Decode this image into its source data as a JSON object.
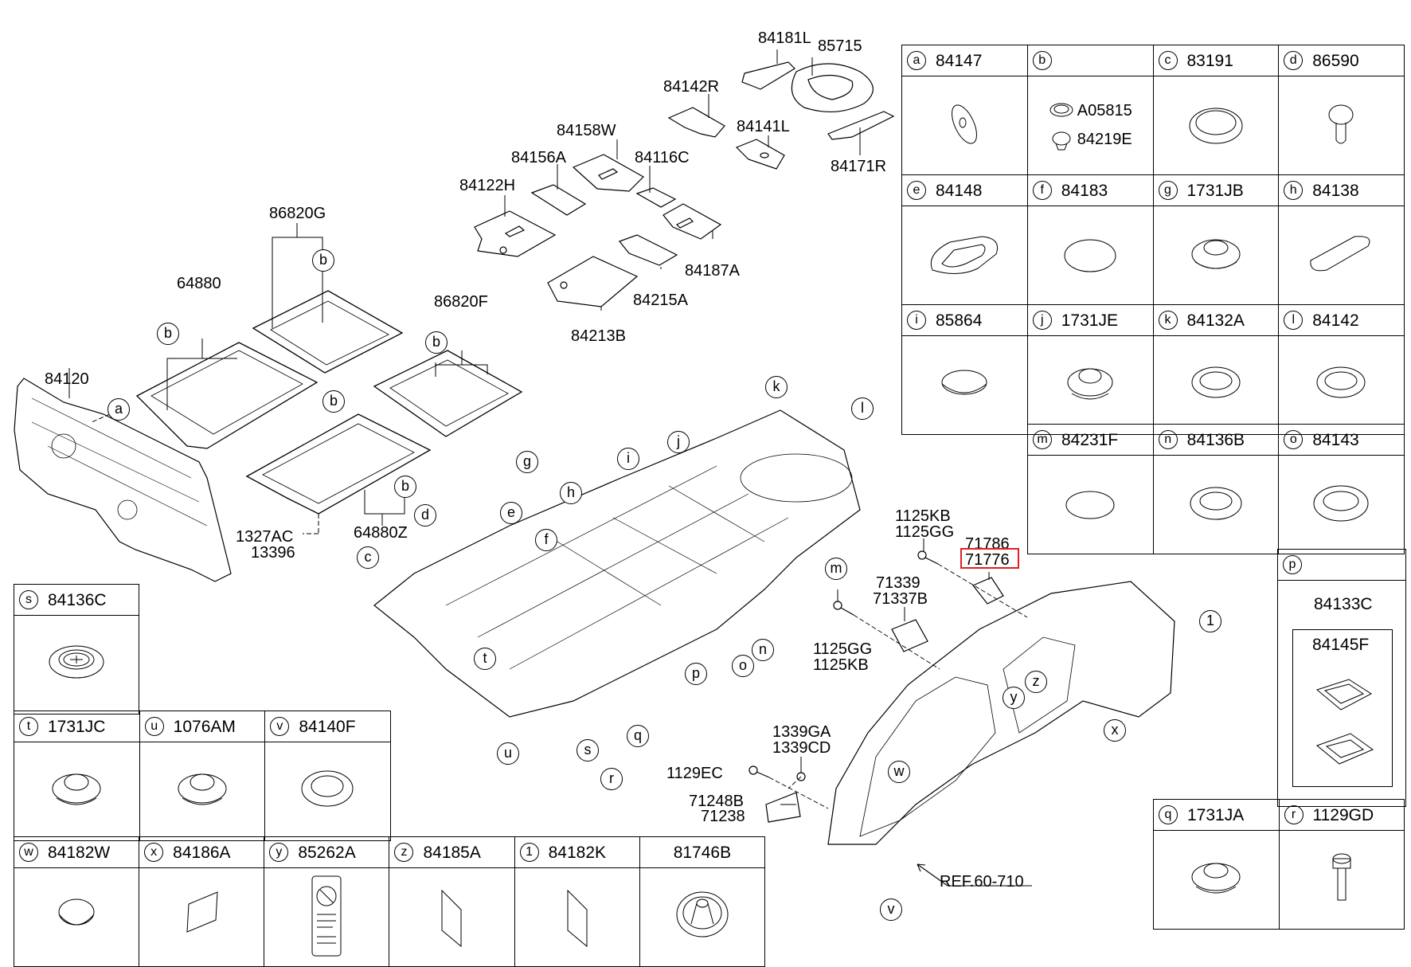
{
  "diagram": {
    "title": "Floor covering / isolation pad & plug parts diagram",
    "highlight_color": "#e02020",
    "highlighted_part": "71776",
    "reference_note": "REF.60-710",
    "main_labels": {
      "p84181L": "84181L",
      "p85715": "85715",
      "p84142R": "84142R",
      "p84141L": "84141L",
      "p84171R": "84171R",
      "p84158W": "84158W",
      "p84156A": "84156A",
      "p84116C": "84116C",
      "p84122H": "84122H",
      "p84187A": "84187A",
      "p84215A": "84215A",
      "p84213B": "84213B",
      "p86820G": "86820G",
      "p64880": "64880",
      "p86820F": "86820F",
      "p84120": "84120",
      "p64880Z": "64880Z",
      "p1327AC": "1327AC",
      "p13396": "13396",
      "p1125KB_a": "1125KB",
      "p1125GG_a": "1125GG",
      "p71786": "71786",
      "p71776": "71776",
      "p71339": "71339",
      "p71337B": "71337B",
      "p1125GG_b": "1125GG",
      "p1125KB_b": "1125KB",
      "p1339GA": "1339GA",
      "p1339CD": "1339CD",
      "p1129EC": "1129EC",
      "p71248B": "71248B",
      "p71238": "71238"
    },
    "callouts": [
      "a",
      "b",
      "b",
      "b",
      "b",
      "b",
      "c",
      "d",
      "e",
      "f",
      "g",
      "h",
      "i",
      "j",
      "k",
      "l",
      "m",
      "n",
      "o",
      "p",
      "q",
      "r",
      "s",
      "t",
      "u",
      "v",
      "w",
      "x",
      "y",
      "z",
      "1"
    ]
  },
  "legend_right": [
    [
      {
        "key": "a",
        "part": "84147"
      },
      {
        "key": "b",
        "part": "",
        "sub": [
          "A05815",
          "84219E"
        ]
      },
      {
        "key": "c",
        "part": "83191"
      },
      {
        "key": "d",
        "part": "86590"
      }
    ],
    [
      {
        "key": "e",
        "part": "84148"
      },
      {
        "key": "f",
        "part": "84183"
      },
      {
        "key": "g",
        "part": "1731JB"
      },
      {
        "key": "h",
        "part": "84138"
      }
    ],
    [
      {
        "key": "i",
        "part": "85864"
      },
      {
        "key": "j",
        "part": "1731JE"
      },
      {
        "key": "k",
        "part": "84132A"
      },
      {
        "key": "l",
        "part": "84142"
      }
    ],
    [
      {
        "key": "m",
        "part": "84231F"
      },
      {
        "key": "n",
        "part": "84136B"
      },
      {
        "key": "o",
        "part": "84143"
      }
    ]
  ],
  "legend_p": {
    "key": "p",
    "part": "84133C",
    "sub": "84145F"
  },
  "legend_qr": [
    {
      "key": "q",
      "part": "1731JA"
    },
    {
      "key": "r",
      "part": "1129GD"
    }
  ],
  "legend_s": {
    "key": "s",
    "part": "84136C"
  },
  "legend_tuv": [
    {
      "key": "t",
      "part": "1731JC"
    },
    {
      "key": "u",
      "part": "1076AM"
    },
    {
      "key": "v",
      "part": "84140F"
    }
  ],
  "legend_bottom": [
    {
      "key": "w",
      "part": "84182W"
    },
    {
      "key": "x",
      "part": "84186A"
    },
    {
      "key": "y",
      "part": "85262A"
    },
    {
      "key": "z",
      "part": "84185A"
    },
    {
      "key": "1",
      "part": "84182K"
    },
    {
      "key": "",
      "part": "81746B"
    }
  ]
}
